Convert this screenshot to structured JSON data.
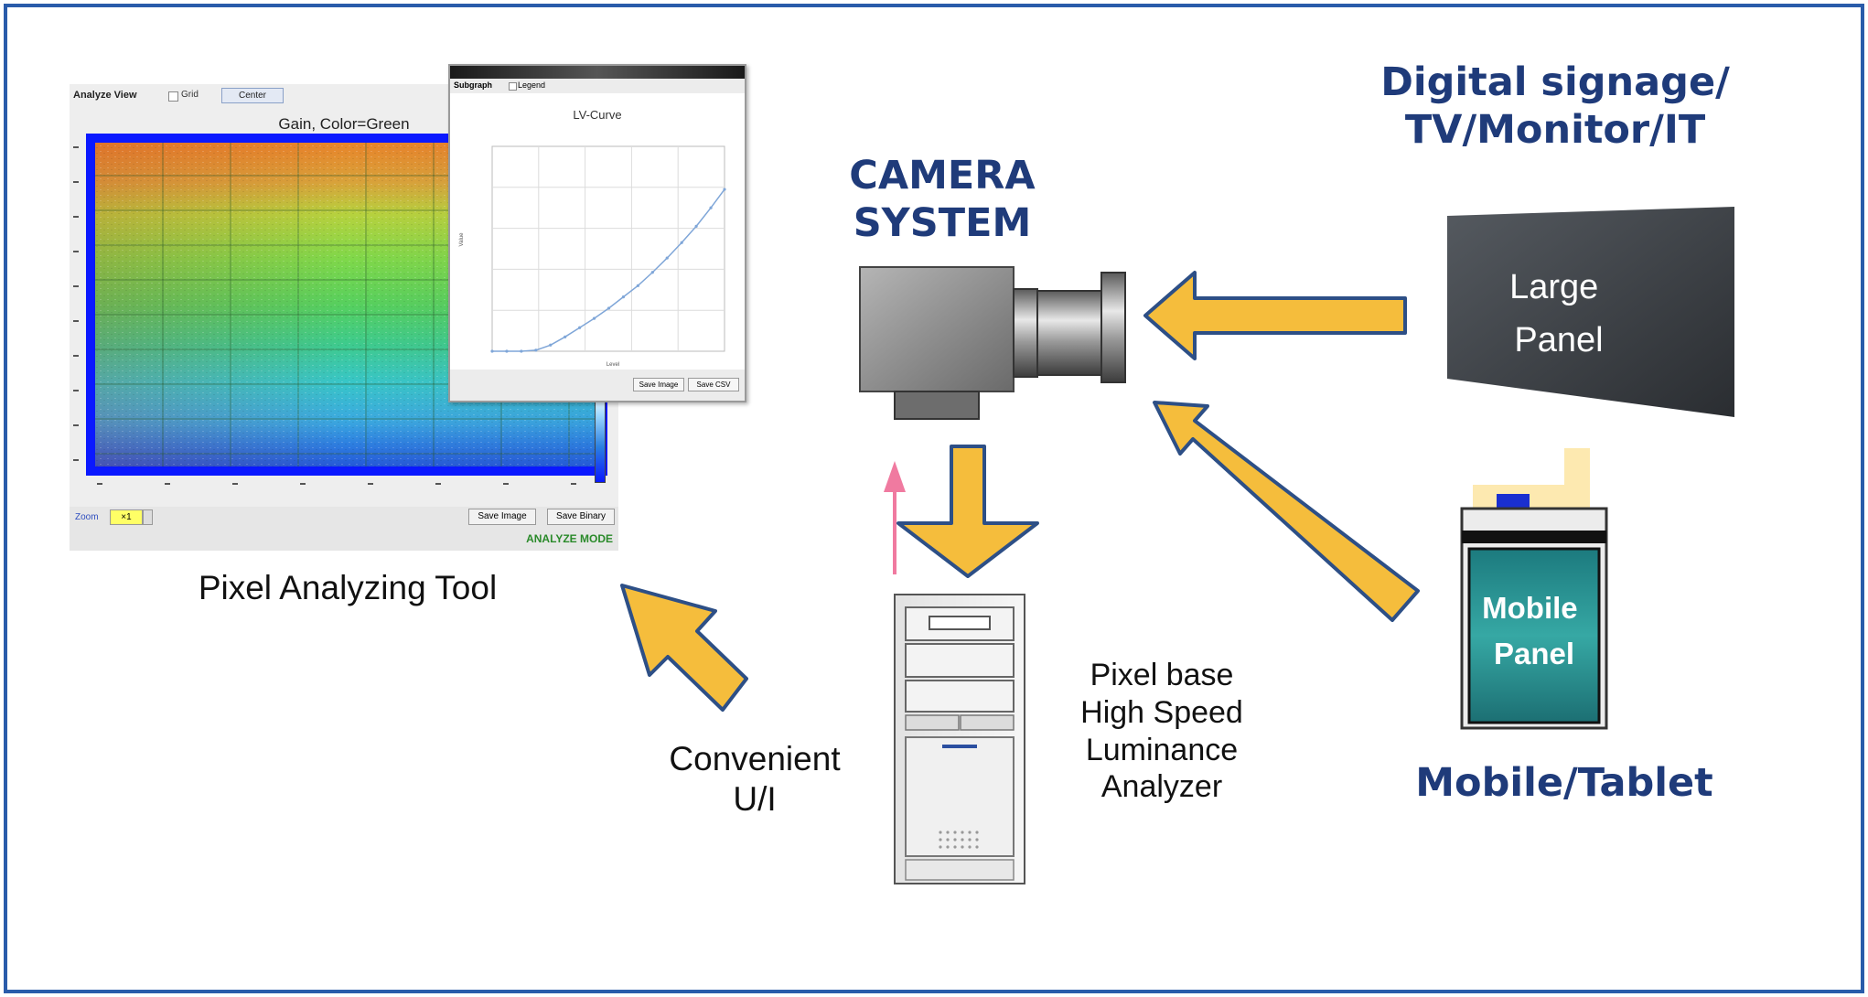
{
  "titles": {
    "digital": "Digital signage/\nTV/Monitor/IT",
    "camera": "CAMERA\nSYSTEM",
    "mobile": "Mobile/Tablet"
  },
  "labels": {
    "pixel_tool": "Pixel Analyzing Tool",
    "convenient": "Convenient\nU/I",
    "analyzer": "Pixel base\nHigh Speed\nLuminance\nAnalyzer"
  },
  "panels": {
    "large": "Large\nPanel",
    "mobile": "Mobile\nPanel"
  },
  "analyze_window": {
    "title": "Analyze View",
    "grid_label": "Grid",
    "center_button": "Center",
    "heatmap_title": "Gain, Color=Green",
    "zoom_label": "Zoom",
    "zoom_value": "×1",
    "save_image": "Save Image",
    "save_binary": "Save Binary",
    "mode": "ANALYZE MODE"
  },
  "subgraph_window": {
    "title": "Subgraph",
    "legend_label": "Legend",
    "save_image": "Save Image",
    "save_csv": "Save CSV"
  },
  "chart_data": {
    "type": "line",
    "title": "LV-Curve",
    "xlabel": "Level",
    "ylabel": "Value",
    "x": [
      0,
      16,
      32,
      48,
      64,
      80,
      96,
      112,
      128,
      144,
      160,
      176,
      192,
      208,
      224,
      240,
      255
    ],
    "y": [
      0,
      0,
      0,
      5,
      30,
      70,
      115,
      160,
      210,
      265,
      320,
      385,
      455,
      530,
      610,
      700,
      790
    ],
    "xlim": [
      0,
      255
    ],
    "ylim": [
      0,
      1000
    ],
    "grid": true,
    "series_color": "#7fa6d8"
  },
  "colors": {
    "frame_border": "#2a5caa",
    "title_blue": "#1f3b7a",
    "arrow_fill": "#f5bd3c",
    "arrow_stroke": "#2d4f86",
    "pink_arrow": "#f07aa0",
    "mode_green": "#2a8a2a",
    "heatmap_border": "#0a18ff"
  }
}
